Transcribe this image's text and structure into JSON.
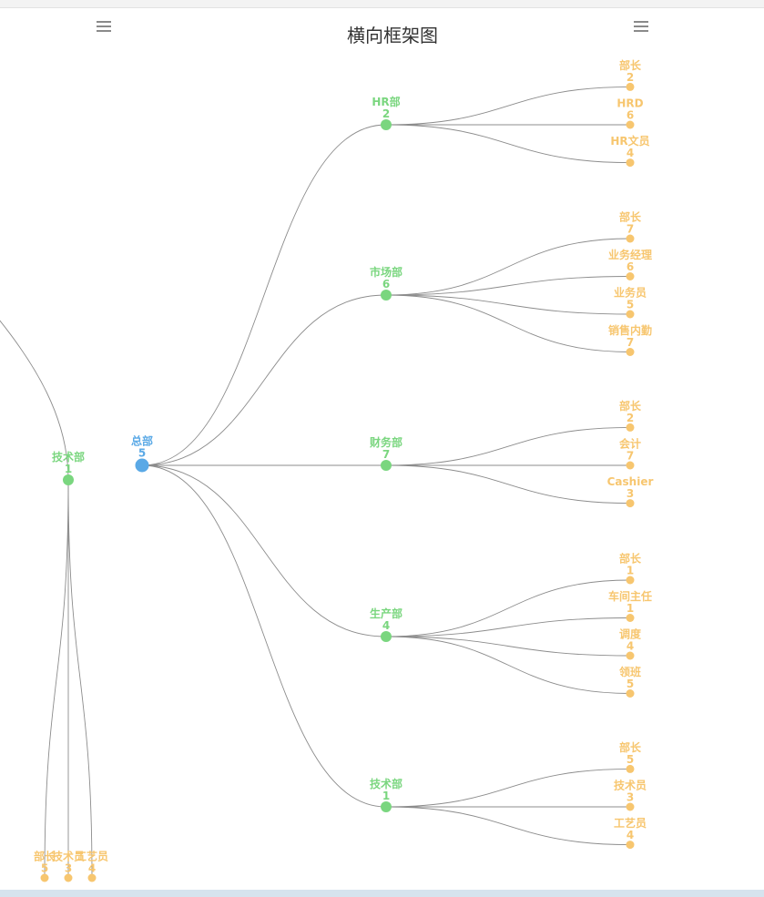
{
  "title": "横向框架图",
  "colors": {
    "edge": "#8c8c8c",
    "root": "#5aa9e6",
    "dept": "#7ad67f",
    "leaf": "#f7c66f"
  },
  "icons": {
    "left_menu": "menu-icon",
    "right_menu": "menu-icon"
  },
  "chart_data": [
    {
      "type": "tree",
      "orientation": "horizontal",
      "title": "横向框架图",
      "root": {
        "name": "总部",
        "value": 5,
        "children": [
          {
            "name": "HR部",
            "value": 2,
            "children": [
              {
                "name": "部长",
                "value": 2
              },
              {
                "name": "HRD",
                "value": 6
              },
              {
                "name": "HR文员",
                "value": 4
              }
            ]
          },
          {
            "name": "市场部",
            "value": 6,
            "children": [
              {
                "name": "部长",
                "value": 7
              },
              {
                "name": "业务经理",
                "value": 6
              },
              {
                "name": "业务员",
                "value": 5
              },
              {
                "name": "销售内勤",
                "value": 7
              }
            ]
          },
          {
            "name": "财务部",
            "value": 7,
            "children": [
              {
                "name": "部长",
                "value": 2
              },
              {
                "name": "会计",
                "value": 7
              },
              {
                "name": "Cashier",
                "value": 3
              }
            ]
          },
          {
            "name": "生产部",
            "value": 4,
            "children": [
              {
                "name": "部长",
                "value": 1
              },
              {
                "name": "车间主任",
                "value": 1
              },
              {
                "name": "调度",
                "value": 4
              },
              {
                "name": "领班",
                "value": 5
              }
            ]
          },
          {
            "name": "技术部",
            "value": 1,
            "children": [
              {
                "name": "部长",
                "value": 5
              },
              {
                "name": "技术员",
                "value": 3
              },
              {
                "name": "工艺员",
                "value": 4
              }
            ]
          }
        ]
      }
    },
    {
      "type": "tree",
      "orientation": "vertical",
      "partial": true,
      "root": {
        "name": "技术部",
        "value": 1,
        "children": [
          {
            "name": "部长",
            "value": 5
          },
          {
            "name": "技术员",
            "value": 3
          },
          {
            "name": "工艺员",
            "value": 4
          }
        ]
      }
    }
  ]
}
